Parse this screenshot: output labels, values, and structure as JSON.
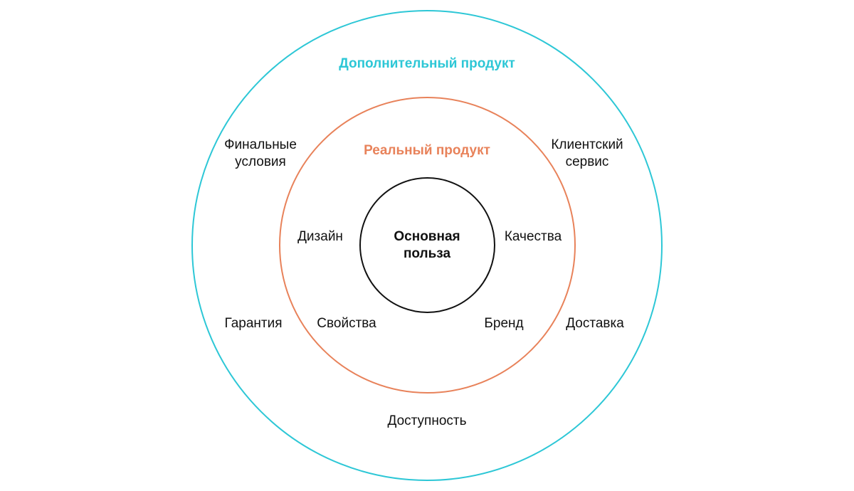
{
  "colors": {
    "outer_ring": "#2dc7d6",
    "middle_ring": "#e8825a",
    "inner_ring": "#111111",
    "text": "#111111"
  },
  "rings": {
    "outer": {
      "title": "Дополнительный продукт",
      "items": [
        "Финальные\nусловия",
        "Клиентский\nсервис",
        "Гарантия",
        "Доставка",
        "Доступность"
      ]
    },
    "middle": {
      "title": "Реальный продукт",
      "items": [
        "Дизайн",
        "Качества",
        "Свойства",
        "Бренд"
      ]
    },
    "inner": {
      "title": "Основная\nпольза"
    }
  }
}
